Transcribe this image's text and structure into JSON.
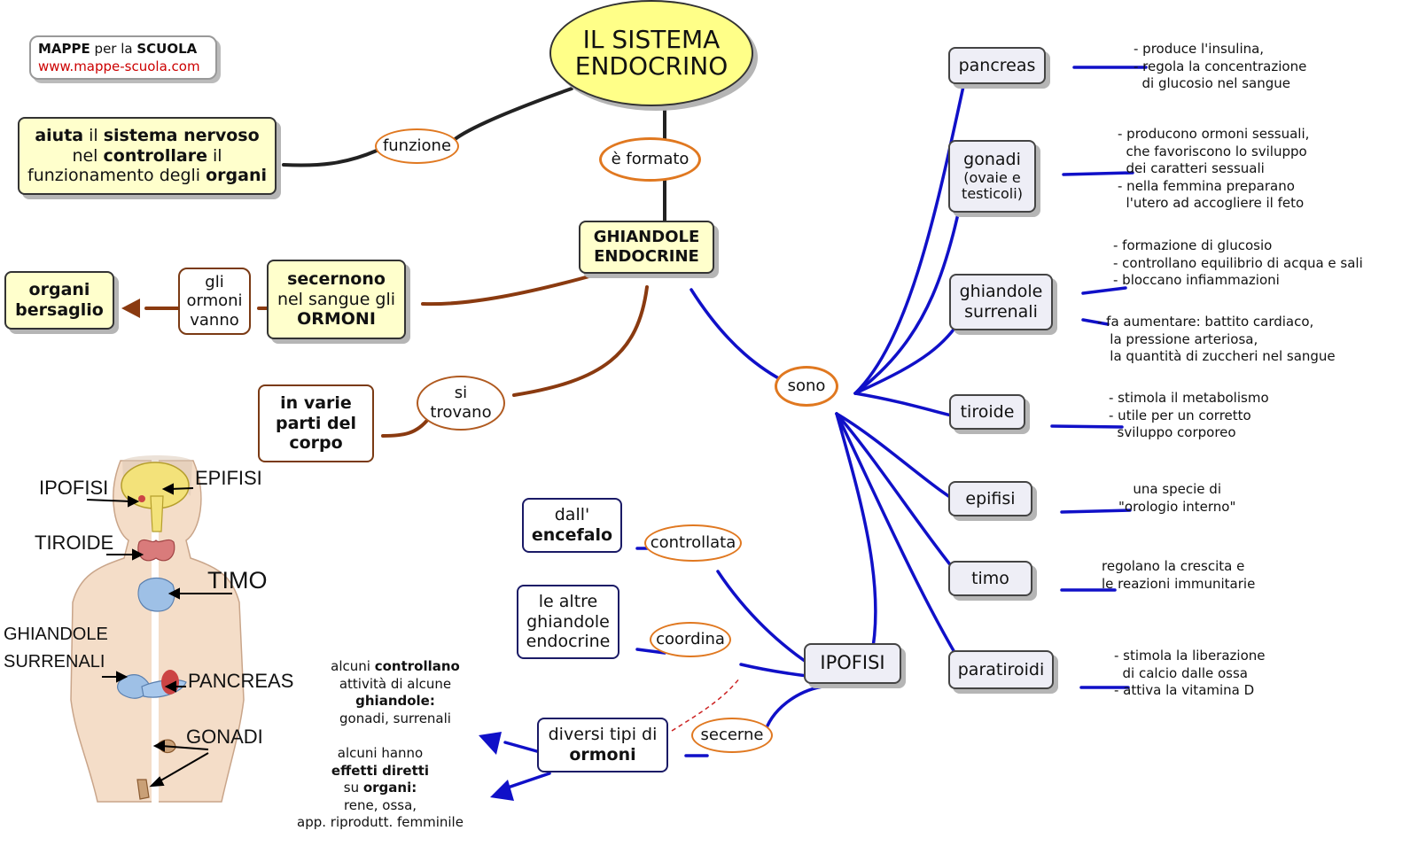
{
  "logo": {
    "line1_bold1": "MAPPE",
    "line1_mid": " per la ",
    "line1_bold2": "SCUOLA",
    "line2": "www.mappe-scuola.com"
  },
  "title": {
    "line1": "IL SISTEMA",
    "line2": "ENDOCRINO"
  },
  "links": {
    "funzione": "funzione",
    "e_formato": "è formato",
    "gli_ormoni_vanno": [
      "gli",
      "ormoni",
      "vanno"
    ],
    "si_trovano": [
      "si",
      "trovano"
    ],
    "sono": "sono",
    "controllata": "controllata",
    "coordina": "coordina",
    "secerne": "secerne"
  },
  "nodes": {
    "aiuta": {
      "l1a": "aiuta",
      "l1b": " il ",
      "l1c": "sistema nervoso",
      "l2a": "nel ",
      "l2b": "controllare",
      "l2c": " il",
      "l3a": "funzionamento degli ",
      "l3b": "organi"
    },
    "ghiandole": {
      "line1": "GHIANDOLE",
      "line2": "ENDOCRINE"
    },
    "secernono": {
      "line1": "secernono",
      "line2": "nel sangue gli",
      "line3": "ORMONI"
    },
    "bersaglio": {
      "line1": "organi",
      "line2": "bersaglio"
    },
    "varie_parti": {
      "line1": "in varie",
      "line2": "parti del",
      "line3": "corpo"
    },
    "encefalo": {
      "line1": "dall'",
      "line2": "encefalo"
    },
    "altre": {
      "line1": "le altre",
      "line2": "ghiandole",
      "line3": "endocrine"
    },
    "ipofisi": "IPOFISI",
    "diversi": {
      "line1": "diversi tipi di",
      "line2": "ormoni"
    }
  },
  "glands": [
    {
      "name": "pancreas",
      "desc": "- produce l'insulina,\n- regola la concentrazione\n  di glucosio nel sangue"
    },
    {
      "name": "gonadi",
      "sub1": "(ovaie e",
      "sub2": "testicoli)",
      "desc": "- producono ormoni sessuali,\n  che favoriscono lo sviluppo\n  dei caratteri sessuali\n- nella femmina preparano\n  l'utero ad accogliere il feto"
    },
    {
      "name1": "ghiandole",
      "name2": "surrenali",
      "desc1": "- formazione di glucosio\n- controllano equilibrio di acqua e sali\n- bloccano infiammazioni",
      "desc2": "- fa aumentare: battito cardiaco,\n   la pressione arteriosa,\n   la quantità di zuccheri nel sangue"
    },
    {
      "name": "tiroide",
      "desc": "- stimola il metabolismo\n- utile per un corretto\n  sviluppo corporeo"
    },
    {
      "name": "epifisi",
      "desc": "una specie di\n\"orologio interno\""
    },
    {
      "name": "timo",
      "desc": "regolano la crescita e\nle reazioni immunitarie"
    },
    {
      "name": "paratiroidi",
      "desc": "- stimola la liberazione\n  di calcio dalle ossa\n- attiva la vitamina D"
    }
  ],
  "hormone_notes": {
    "a": {
      "l1a": "alcuni ",
      "l1b": "controllano",
      "l2": "attività di alcune",
      "l3": "ghiandole:",
      "l4": "gonadi, surrenali"
    },
    "b": {
      "l1": "alcuni hanno",
      "l2": "effetti diretti",
      "l3a": "su ",
      "l3b": "organi:",
      "l4": "rene, ossa,",
      "l5": "app. riprodutt. femminile"
    }
  },
  "anatomy_labels": [
    "IPOFISI",
    "EPIFISI",
    "TIROIDE",
    "TIMO",
    "GHIANDOLE",
    "SURRENALI",
    "PANCREAS",
    "GONADI"
  ],
  "colors": {
    "blue_link": "#1010c8",
    "brown_link": "#8a3a10",
    "black_link": "#222222",
    "orange_oval": "#e07820",
    "title_fill": "#ffff88",
    "node_yellow": "#ffffcc",
    "node_grey": "#eeeef6"
  }
}
